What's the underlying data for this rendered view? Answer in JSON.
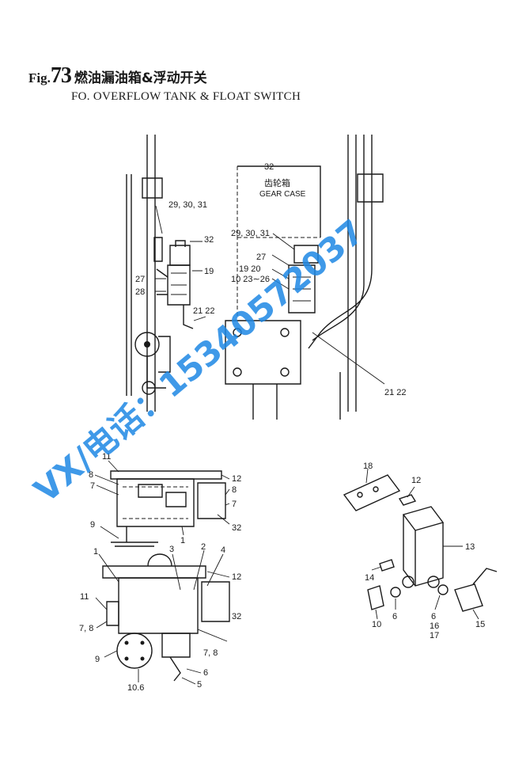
{
  "header": {
    "fig_prefix": "Fig.",
    "fig_number": "73",
    "title_cn": "燃油漏油箱&浮动开关",
    "title_en": "FO. OVERFLOW TANK & FLOAT SWITCH"
  },
  "gear_case": {
    "label_cn": "齿轮箱",
    "label_en": "GEAR CASE"
  },
  "callouts": {
    "top_left": {
      "c29_31": "29, 30, 31",
      "c32": "32",
      "c19": "19",
      "c27": "27",
      "c28": "28",
      "c21_22": "21  22"
    },
    "top_right": {
      "c32": "32",
      "c29_31": "29, 30, 31",
      "c27": "27",
      "c19_20": "19  20",
      "c10_23_26": "10 23∼26",
      "c21_22": "21  22"
    },
    "middle_left": {
      "c11": "11",
      "c8a": "8",
      "c7a": "7",
      "c12": "12",
      "c8b": "8",
      "c7b": "7",
      "c9": "9",
      "c32": "32",
      "c1": "1"
    },
    "bottom_left": {
      "c1": "1",
      "c3": "3",
      "c2": "2",
      "c4": "4",
      "c12": "12",
      "c11": "11",
      "c7_8a": "7, 8",
      "c32": "32",
      "c9": "9",
      "c7_8b": "7, 8",
      "c10_6": "10.6",
      "c6": "6",
      "c5": "5"
    },
    "bottom_right": {
      "c18": "18",
      "c12": "12",
      "c13": "13",
      "c14": "14",
      "c10": "10",
      "c6a": "6",
      "c6b": "6",
      "c16": "16",
      "c17": "17",
      "c15": "15"
    }
  },
  "watermark": {
    "text": "VX/电话：15340572037",
    "color": "#1e88e5"
  }
}
